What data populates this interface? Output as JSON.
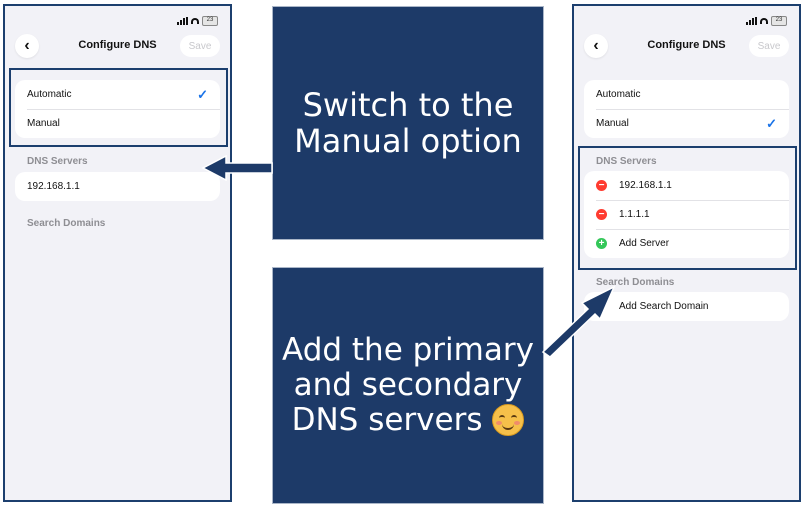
{
  "status_bar": {
    "battery": "23"
  },
  "left_phone": {
    "nav": {
      "back_icon": "chevron-left-icon",
      "title": "Configure DNS",
      "save": "Save"
    },
    "mode_options": [
      {
        "label": "Automatic",
        "checked": true
      },
      {
        "label": "Manual",
        "checked": false
      }
    ],
    "dns_servers_label": "DNS Servers",
    "dns_servers": [
      "192.168.1.1"
    ],
    "search_domains_label": "Search Domains"
  },
  "right_phone": {
    "nav": {
      "back_icon": "chevron-left-icon",
      "title": "Configure DNS",
      "save": "Save"
    },
    "mode_options": [
      {
        "label": "Automatic",
        "checked": false
      },
      {
        "label": "Manual",
        "checked": true
      }
    ],
    "dns_servers_label": "DNS Servers",
    "dns_servers": [
      "192.168.1.1",
      "1.1.1.1"
    ],
    "add_server": "Add Server",
    "search_domains_label": "Search Domains",
    "add_search_domain": "Add Search Domain"
  },
  "callouts": {
    "top": {
      "line1": "Switch to the",
      "line2": "Manual option"
    },
    "bottom": {
      "line1": "Add the primary",
      "line2": "and secondary",
      "line3": "DNS servers",
      "emoji": "smiling-face-emoji"
    }
  },
  "colors": {
    "navy": "#1d3a68",
    "check_blue": "#1a73e8",
    "remove_red": "#ff3b30",
    "add_green": "#34c759",
    "background": "#f2f2f7"
  }
}
